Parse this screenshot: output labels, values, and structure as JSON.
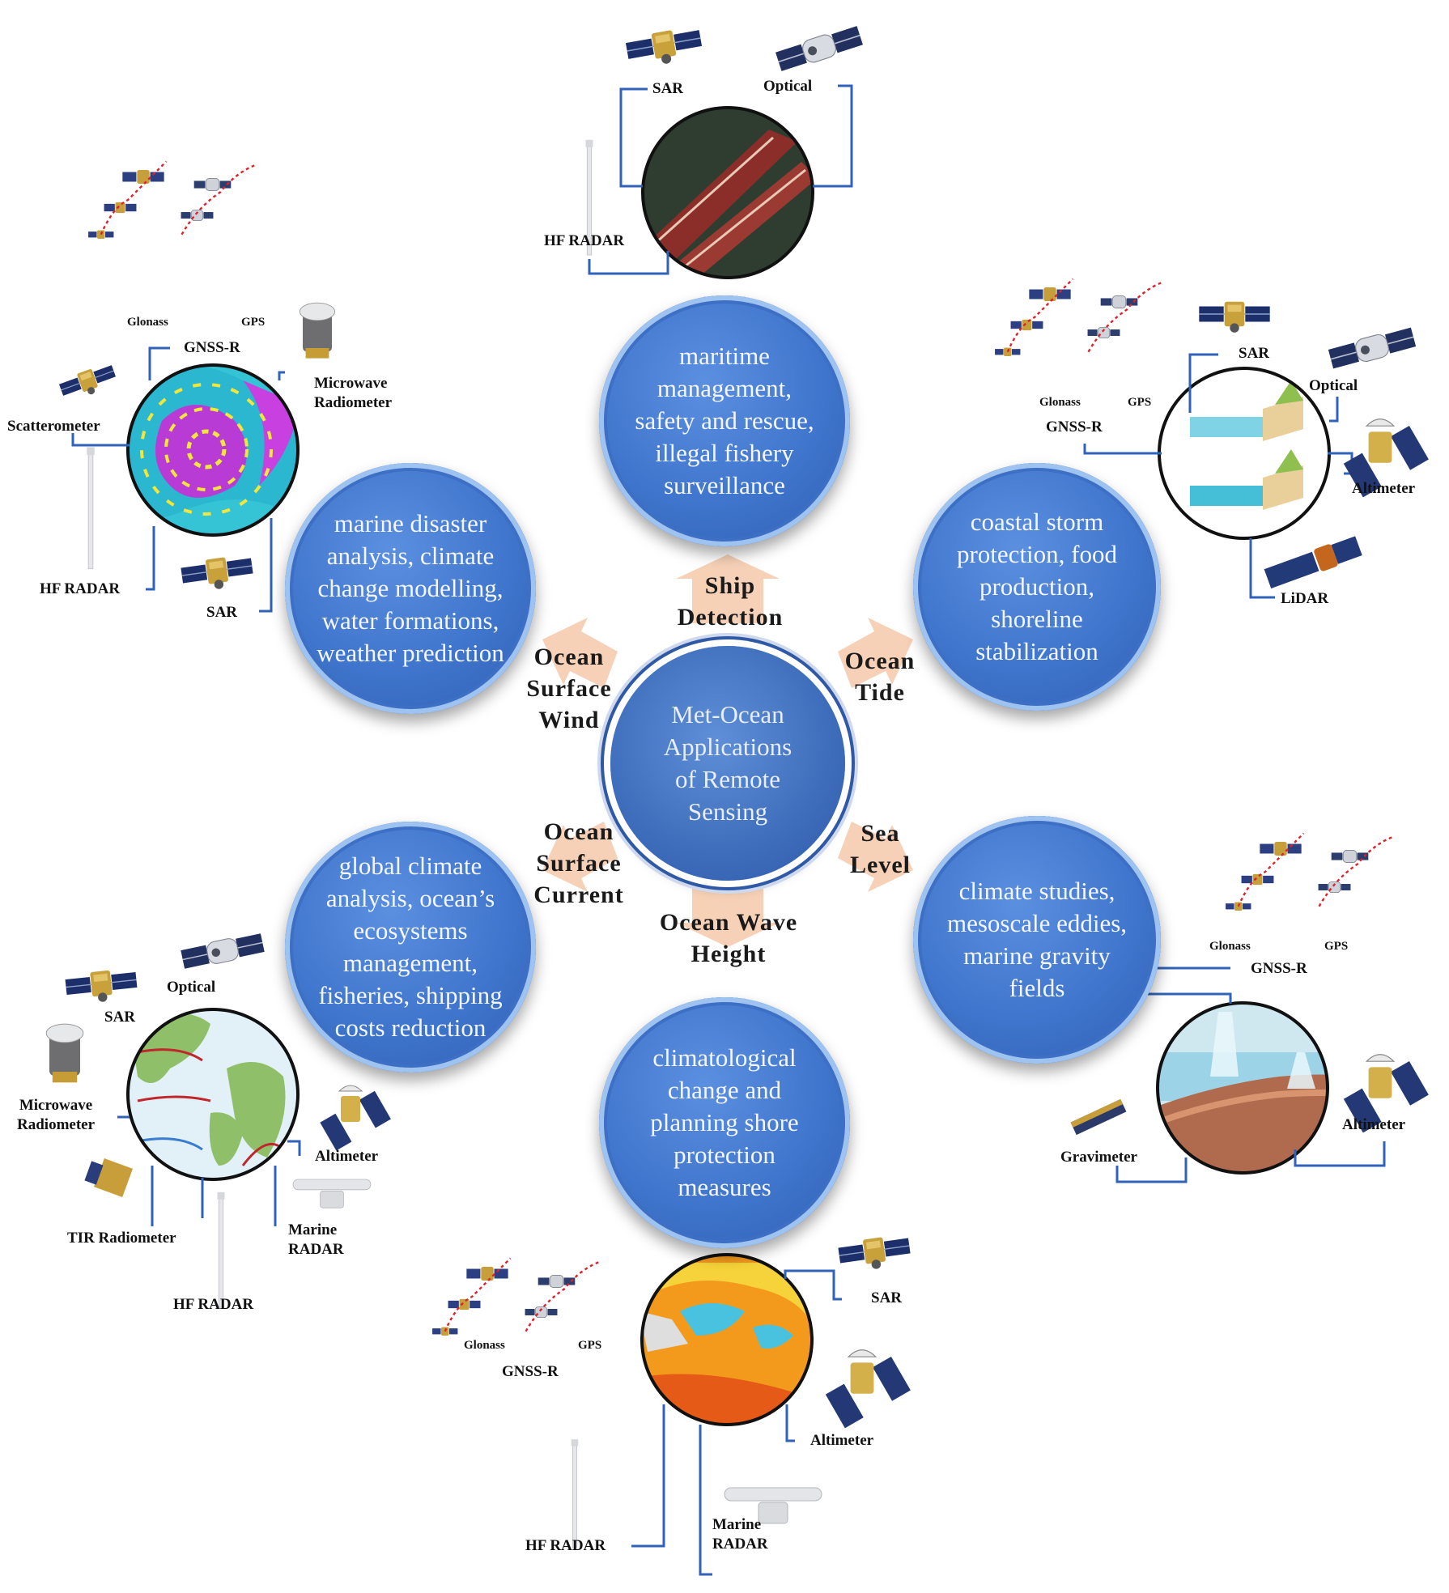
{
  "center": {
    "title": "Met-Ocean\nApplications\nof Remote\nSensing"
  },
  "topics": {
    "ship": "Ship\nDetection",
    "tide": "Ocean\nTide",
    "sealevel": "Sea\nLevel",
    "wave": "Ocean Wave\nHeight",
    "current": "Ocean\nSurface\nCurrent",
    "wind": "Ocean\nSurface\nWind"
  },
  "bubbles": {
    "ship": "maritime\nmanagement,\nsafety and rescue,\nillegal fishery\nsurveillance",
    "tide": "coastal storm\nprotection, food\nproduction,\nshoreline\nstabilization",
    "sealevel": "climate studies,\nmesoscale eddies,\nmarine gravity\nfields",
    "wave": "climatological\nchange and\nplanning shore\nprotection\nmeasures",
    "current": "global climate\nanalysis, ocean’s\necosystems\nmanagement,\nfisheries, shipping\ncosts reduction",
    "wind": "marine disaster\nanalysis, climate\nchange modelling,\nwater formations,\nweather prediction"
  },
  "sensors": {
    "ship": {
      "sar": "SAR",
      "optical": "Optical",
      "hf": "HF RADAR"
    },
    "tide": {
      "sar": "SAR",
      "optical": "Optical",
      "glonass": "Glonass",
      "gps": "GPS",
      "gnss": "GNSS-R",
      "altimeter": "Altimeter",
      "lidar": "LiDAR"
    },
    "wind": {
      "glonass": "Glonass",
      "gps": "GPS",
      "gnss": "GNSS-R",
      "microwave": "Microwave\nRadiometer",
      "scatterometer": "Scatterometer",
      "hf": "HF RADAR",
      "sar": "SAR"
    },
    "sealevel": {
      "glonass": "Glonass",
      "gps": "GPS",
      "gnss": "GNSS-R",
      "altimeter": "Altimeter",
      "gravimeter": "Gravimeter"
    },
    "current": {
      "optical": "Optical",
      "sar": "SAR",
      "microwave": "Microwave\nRadiometer",
      "altimeter": "Altimeter",
      "tir": "TIR Radiometer",
      "hf": "HF RADAR",
      "marine": "Marine\nRADAR"
    },
    "wave": {
      "glonass": "Glonass",
      "gps": "GPS",
      "gnss": "GNSS-R",
      "sar": "SAR",
      "altimeter": "Altimeter",
      "hf": "HF RADAR",
      "marine": "Marine\nRADAR"
    }
  },
  "colors": {
    "bubble": "#3f75cc",
    "connector": "#2f62b8",
    "arrow": "#f6cfb3"
  }
}
